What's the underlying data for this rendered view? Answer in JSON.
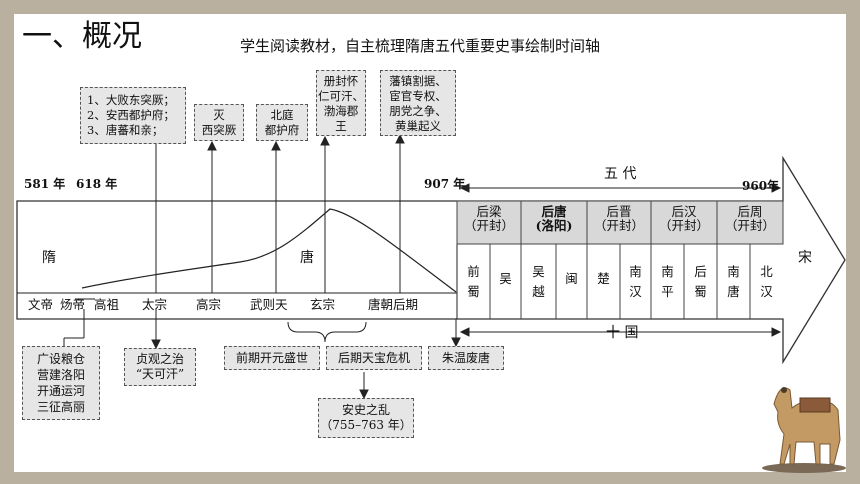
{
  "slide": {
    "heading": "一、概况",
    "subtitle": "学生阅读教材，自主梳理隋唐五代重要史事绘制时间轴"
  },
  "years": {
    "y581": "581 年",
    "y618": "618 年",
    "y907": "907 年",
    "y960": "960年"
  },
  "periods": {
    "sui": "隋",
    "tang": "唐",
    "wudai": "五 代",
    "shiguo": "十 国",
    "song": "宋"
  },
  "rulers": [
    "文帝",
    "炀帝",
    "高祖",
    "太宗",
    "高宗",
    "武则天",
    "玄宗",
    "唐朝后期"
  ],
  "top_events": {
    "e1": [
      "1、大败东突厥；",
      "2、安西都护府；",
      "3、唐蕃和亲；"
    ],
    "e2": [
      "灭",
      "西突厥"
    ],
    "e3": [
      "北庭",
      "都护府"
    ],
    "e4": [
      "册封怀",
      "仁可汗、",
      "渤海郡",
      "王"
    ],
    "e5": [
      "藩镇割据、",
      "宦官专权、",
      "朋党之争、",
      "黄巢起义"
    ]
  },
  "bottom_events": {
    "sui": [
      "广设粮仓",
      "营建洛阳",
      "开通运河",
      "三征高丽"
    ],
    "zhenguan": [
      "贞观之治",
      "“天可汗”"
    ],
    "kaiyuan": "前期开元盛世",
    "tianbao": "后期天宝危机",
    "anshi": [
      "安史之乱",
      "（755–763 年）"
    ],
    "zhuwen": "朱温废唐"
  },
  "wudai_dynasties": [
    {
      "name": "后梁",
      "capital": "（开封）"
    },
    {
      "name": "后唐",
      "capital": "(洛阳)"
    },
    {
      "name": "后晋",
      "capital": "（开封）"
    },
    {
      "name": "后汉",
      "capital": "（开封）"
    },
    {
      "name": "后周",
      "capital": "（开封）"
    }
  ],
  "shiguo_states": [
    [
      "前",
      "蜀"
    ],
    [
      "吴"
    ],
    [
      "吴",
      "越"
    ],
    [
      "闽"
    ],
    [
      "楚"
    ],
    [
      "南",
      "汉"
    ],
    [
      "南",
      "平"
    ],
    [
      "后",
      "蜀"
    ],
    [
      "南",
      "唐"
    ],
    [
      "北",
      "汉"
    ]
  ],
  "colors": {
    "background": "#b9b09f",
    "box_fill": "#e6e6e6",
    "arrow_fill": "#ffffff"
  }
}
